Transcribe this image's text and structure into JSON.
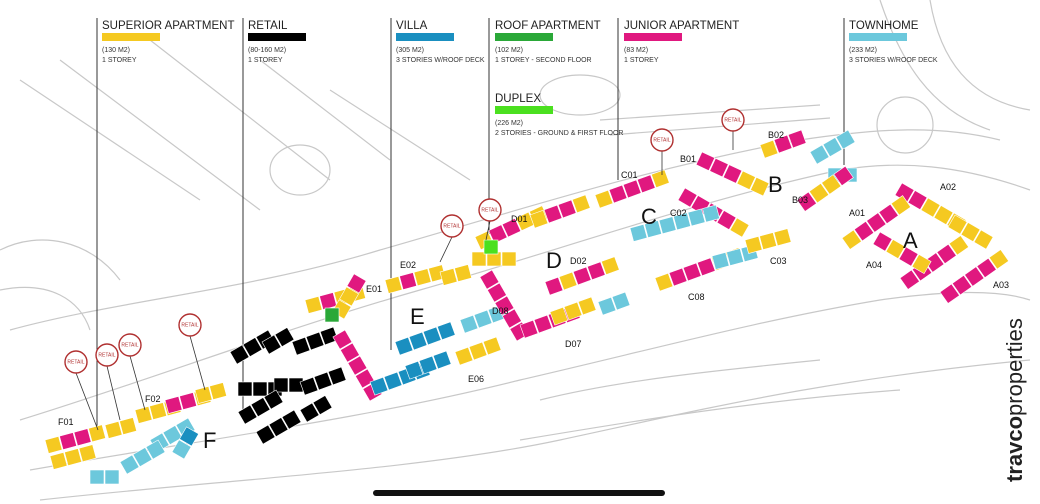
{
  "legend": [
    {
      "title": "SUPERIOR APARTMENT",
      "size": "(130 M2)",
      "storeys": "1 STOREY",
      "color": "#f5c921"
    },
    {
      "title": "RETAIL",
      "size": "(80-160 M2)",
      "storeys": "1 STOREY",
      "color": "#000000"
    },
    {
      "title": "VILLA",
      "size": "(305 M2)",
      "storeys": "3 STORIES W/ROOF DECK",
      "color": "#1a8fc0"
    },
    {
      "title": "ROOF APARTMENT",
      "size": "(102 M2)",
      "storeys": "1 STOREY - SECOND FLOOR",
      "color": "#2aa838"
    },
    {
      "title": "DUPLEX",
      "size": "(226 M2)",
      "storeys": "2 STORIES - GROUND & FIRST FLOOR",
      "color": "#4be01f"
    },
    {
      "title": "JUNIOR APARTMENT",
      "size": "(83 M2)",
      "storeys": "1 STOREY",
      "color": "#e0187f"
    },
    {
      "title": "TOWNHOME",
      "size": "(233 M2)",
      "storeys": "3 STORIES W/ROOF DECK",
      "color": "#6cc8dc"
    }
  ],
  "zones": [
    "A",
    "B",
    "C",
    "D",
    "E",
    "F"
  ],
  "sub_areas": [
    "A01",
    "A02",
    "A03",
    "A04",
    "B01",
    "B02",
    "B03",
    "C01",
    "C02",
    "C03",
    "C08",
    "D01",
    "D02",
    "D07",
    "D08",
    "E01",
    "E02",
    "E06",
    "F01",
    "F02"
  ],
  "retail_marker": "RETAIL",
  "brand": {
    "bold": "travco",
    "light": "properties"
  }
}
